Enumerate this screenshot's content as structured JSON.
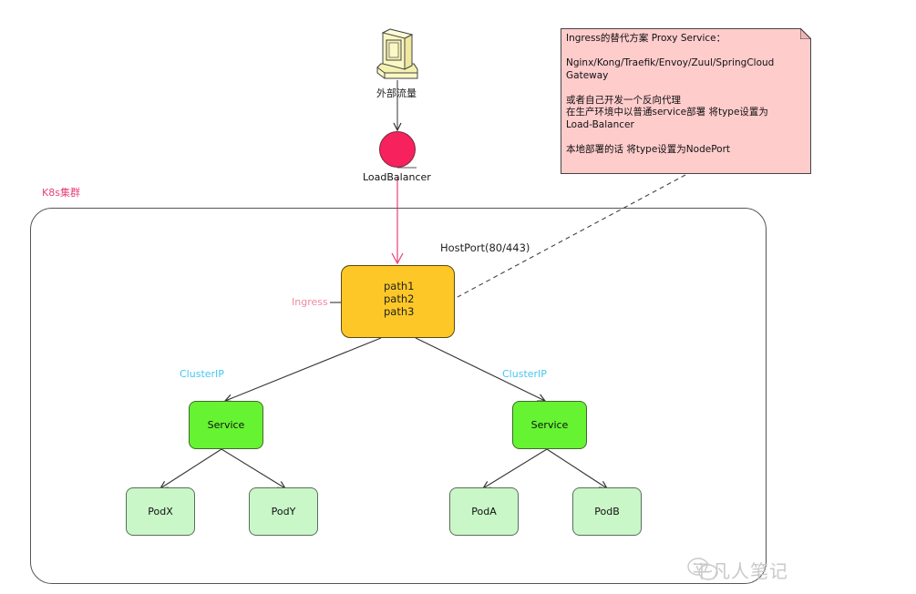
{
  "cluster": {
    "label": "K8s集群",
    "label_color": "#e8407a"
  },
  "external": {
    "icon": "computer-terminal-icon",
    "label": "外部流量"
  },
  "load_balancer": {
    "label": "LoadBalancer",
    "color": "#f7215d"
  },
  "ingress": {
    "label": "Ingress",
    "port_label": "HostPort(80/443)",
    "paths": [
      "path1",
      "path2",
      "path3"
    ],
    "color": "#fdc827"
  },
  "note": {
    "lines": [
      "Ingress的替代方案 Proxy Service：",
      "Nginx/Kong/Traefik/Envoy/Zuul/SpringCloud\nGateway",
      "或者自己开发一个反向代理\n在生产环境中以普通service部署 将type设置为\nLoad-Balancer",
      "本地部署的话 将type设置为NodePort"
    ],
    "color": "#ffcccc"
  },
  "services": [
    {
      "label": "Service",
      "edge_label": "ClusterIP",
      "pods": [
        "PodX",
        "PodY"
      ]
    },
    {
      "label": "Service",
      "edge_label": "ClusterIP",
      "pods": [
        "PodA",
        "PodB"
      ]
    }
  ],
  "colors": {
    "service": "#66f332",
    "pod": "#c9f7c8",
    "clusterip_text": "#47c6f0",
    "lb_arrow": "#e8407a"
  },
  "watermark": {
    "icon": "wechat-icon",
    "text": "平凡人笔记"
  }
}
